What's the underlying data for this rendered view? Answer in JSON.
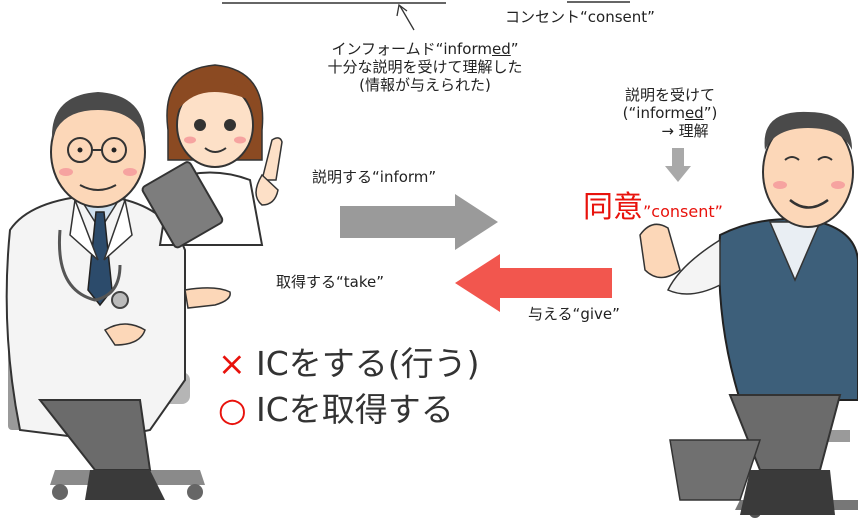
{
  "top": {
    "consent_note": "コンセント“consent”"
  },
  "informed_note": {
    "line1_prefix": "インフォームド“inform",
    "line1_underlined": "ed",
    "line1_suffix": "”",
    "line2": "十分な説明を受けて理解した",
    "line3": "(情報が与えられた)"
  },
  "patient_note": {
    "line1": "説明を受けて",
    "line2_prefix": "(“inform",
    "line2_underlined": "ed",
    "line2_suffix": "”)",
    "line3": "→ 理解"
  },
  "arrows": {
    "inform_label": "説明する“inform”",
    "take_label": "取得する“take”",
    "give_label": "与える“give”"
  },
  "consent": {
    "kanji": "同意",
    "english": "”consent”"
  },
  "ic_examples": {
    "wrong_mark": "×",
    "wrong_text": "ICをする(行う)",
    "right_mark": "○",
    "right_text": "ICを取得する"
  },
  "colors": {
    "gray_arrow": "#9a9a9a",
    "red_arrow": "#f2564e",
    "accent_red": "#e8120c"
  },
  "icons": [
    "doctor-illustration",
    "nurse-illustration",
    "patient-illustration",
    "thin-pointer-arrow",
    "down-arrow"
  ]
}
